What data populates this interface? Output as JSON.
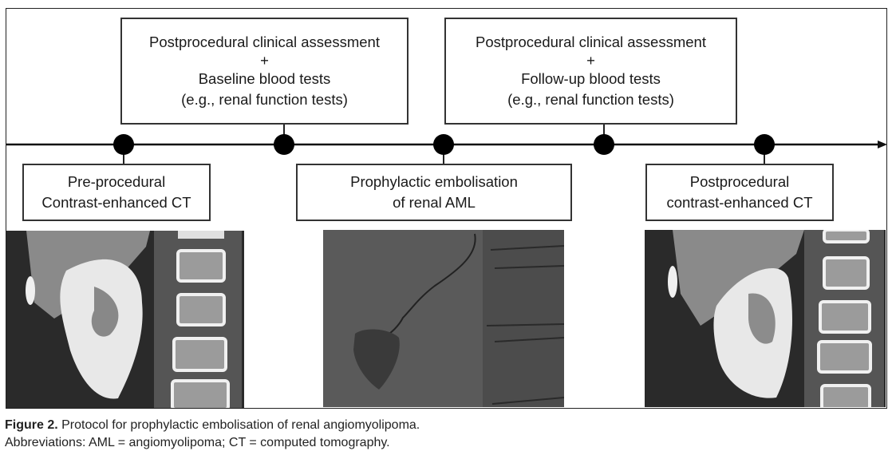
{
  "figure": {
    "top_boxes": [
      {
        "lines": [
          "Postprocedural clinical assessment",
          "+",
          "Baseline blood tests",
          "(e.g., renal function tests)"
        ]
      },
      {
        "lines": [
          "Postprocedural clinical assessment",
          "+",
          "Follow-up blood tests",
          "(e.g., renal function tests)"
        ]
      }
    ],
    "bottom_boxes": [
      {
        "lines": [
          "Pre-procedural",
          "Contrast-enhanced CT"
        ]
      },
      {
        "lines": [
          "Prophylactic embolisation",
          "of renal AML"
        ]
      },
      {
        "lines": [
          "Postprocedural",
          "contrast-enhanced CT"
        ]
      }
    ],
    "timeline_nodes": 5,
    "images": [
      {
        "name": "pre-procedural-ct-image",
        "description": "Coronal contrast-enhanced CT of kidney and spine before embolisation"
      },
      {
        "name": "angiography-image",
        "description": "Angiogram showing selective embolisation of renal AML"
      },
      {
        "name": "postprocedural-ct-image",
        "description": "Coronal contrast-enhanced CT of kidney and spine after embolisation"
      }
    ]
  },
  "caption": {
    "label": "Figure 2.",
    "title": " Protocol for prophylactic embolisation of renal angiomyolipoma.",
    "abbreviations": "Abbreviations: AML = angiomyolipoma; CT = computed tomography."
  }
}
